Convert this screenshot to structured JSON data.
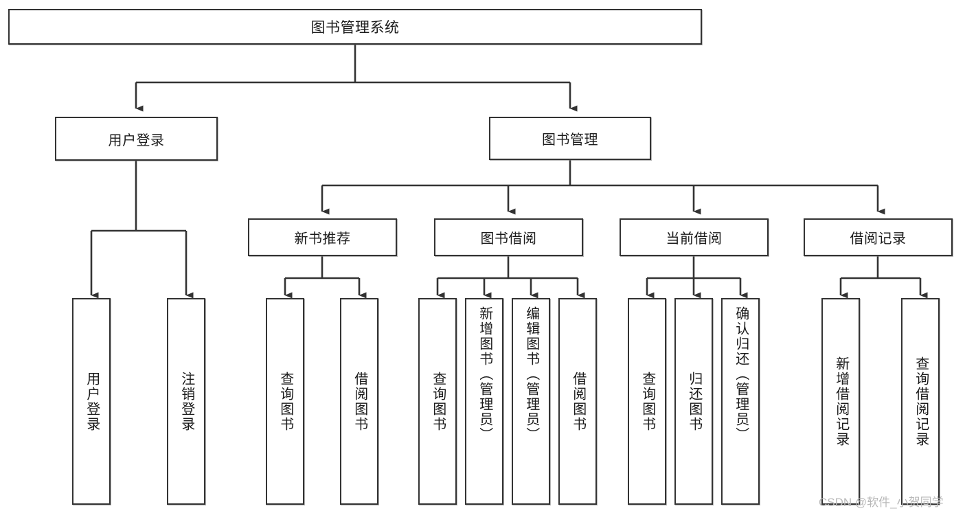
{
  "diagram": {
    "type": "tree",
    "title": "图书管理系统",
    "watermark": "CSDN @软件_小贺同学",
    "colors": {
      "box_border": "#333333",
      "box_fill": "#ffffff",
      "edge": "#333333",
      "text": "#1b1b1b",
      "watermark": "#b9b9b9"
    },
    "root": {
      "id": "root",
      "label": "图书管理系统"
    },
    "level1": [
      {
        "id": "user-login",
        "label": "用户登录"
      },
      {
        "id": "book-manage",
        "label": "图书管理"
      }
    ],
    "level2": [
      {
        "id": "new-book-recommend",
        "label": "新书推荐",
        "parent": "book-manage"
      },
      {
        "id": "book-borrow",
        "label": "图书借阅",
        "parent": "book-manage"
      },
      {
        "id": "current-borrow",
        "label": "当前借阅",
        "parent": "book-manage"
      },
      {
        "id": "borrow-record",
        "label": "借阅记录",
        "parent": "book-manage"
      }
    ],
    "leaves": [
      {
        "id": "leaf-user-login",
        "label": "用户登录",
        "parent": "user-login"
      },
      {
        "id": "leaf-user-logout",
        "label": "注销登录",
        "parent": "user-login"
      },
      {
        "id": "leaf-query-book-1",
        "label": "查询图书",
        "parent": "new-book-recommend"
      },
      {
        "id": "leaf-borrow-book-1",
        "label": "借阅图书",
        "parent": "new-book-recommend"
      },
      {
        "id": "leaf-query-book-2",
        "label": "查询图书",
        "parent": "book-borrow"
      },
      {
        "id": "leaf-add-book",
        "label": "新增图书（管理员）",
        "parent": "book-borrow"
      },
      {
        "id": "leaf-edit-book",
        "label": "编辑图书（管理员）",
        "parent": "book-borrow"
      },
      {
        "id": "leaf-borrow-book-2",
        "label": "借阅图书",
        "parent": "book-borrow"
      },
      {
        "id": "leaf-query-book-3",
        "label": "查询图书",
        "parent": "current-borrow"
      },
      {
        "id": "leaf-return-book",
        "label": "归还图书",
        "parent": "current-borrow"
      },
      {
        "id": "leaf-confirm-return",
        "label": "确认归还（管理员）",
        "parent": "current-borrow"
      },
      {
        "id": "leaf-add-record",
        "label": "新增借阅记录",
        "parent": "borrow-record"
      },
      {
        "id": "leaf-query-record",
        "label": "查询借阅记录",
        "parent": "borrow-record"
      }
    ]
  }
}
